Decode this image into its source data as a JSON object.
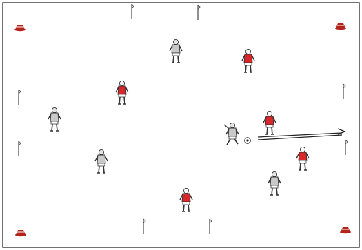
{
  "diagram": {
    "colors": {
      "background": "#ffffff",
      "border": "#444444",
      "cone": "#b3241b",
      "cone_stripe": "#ffffff",
      "pole": "#555555",
      "team_red": "#d8262a",
      "team_grey": "#c9c9c9",
      "outline": "#333333",
      "arrow": "#222222",
      "ball": "#222222"
    },
    "cones": [
      {
        "corner": "top-left"
      },
      {
        "corner": "top-right"
      },
      {
        "corner": "bottom-left"
      },
      {
        "corner": "bottom-right"
      }
    ],
    "poles": [
      {
        "side": "top",
        "index": 1
      },
      {
        "side": "top",
        "index": 2
      },
      {
        "side": "bottom",
        "index": 1
      },
      {
        "side": "bottom",
        "index": 2
      },
      {
        "side": "left",
        "index": 1
      },
      {
        "side": "left",
        "index": 2
      },
      {
        "side": "right",
        "index": 1
      },
      {
        "side": "right",
        "index": 2
      }
    ],
    "players": [
      {
        "team": "grey",
        "role": "outfield"
      },
      {
        "team": "red",
        "role": "outfield"
      },
      {
        "team": "red",
        "role": "outfield"
      },
      {
        "team": "grey",
        "role": "outfield"
      },
      {
        "team": "red",
        "role": "outfield"
      },
      {
        "team": "grey",
        "role": "dribbling-with-ball"
      },
      {
        "team": "grey",
        "role": "outfield"
      },
      {
        "team": "red",
        "role": "outfield"
      },
      {
        "team": "grey",
        "role": "outfield"
      },
      {
        "team": "red",
        "role": "outfield"
      }
    ],
    "ball": {
      "icon": "soccer-ball-icon"
    },
    "arrow": {
      "style": "double-line",
      "direction": "right"
    }
  }
}
